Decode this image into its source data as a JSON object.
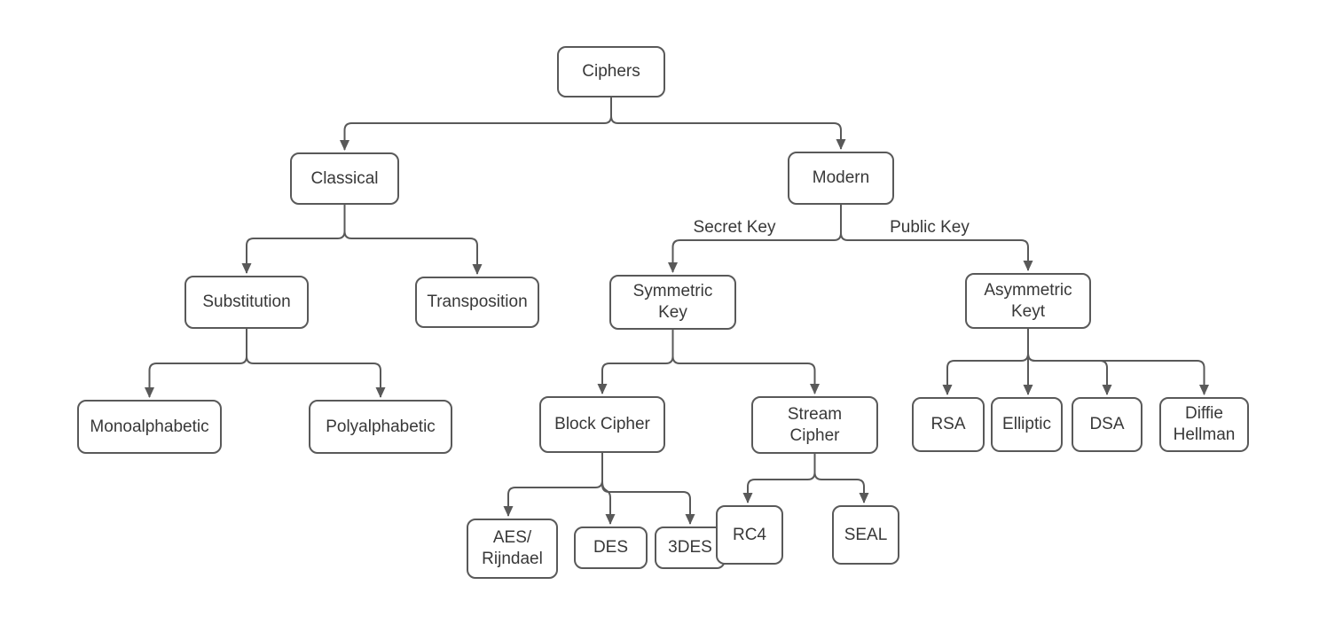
{
  "diagram": {
    "type": "flowchart",
    "colors": {
      "stroke": "#595959",
      "text": "#383838",
      "background": "#ffffff"
    },
    "nodes": {
      "ciphers": {
        "label": "Ciphers"
      },
      "classical": {
        "label": "Classical"
      },
      "modern": {
        "label": "Modern"
      },
      "substitution": {
        "label": "Substitution"
      },
      "transposition": {
        "label": "Transposition"
      },
      "symmetric_key": {
        "lines": [
          "Symmetric",
          "Key"
        ]
      },
      "asymmetric_key": {
        "lines": [
          "Asymmetric",
          "Keyt"
        ]
      },
      "monoalphabetic": {
        "label": "Monoalphabetic"
      },
      "polyalphabetic": {
        "label": "Polyalphabetic"
      },
      "block_cipher": {
        "label": "Block Cipher"
      },
      "stream_cipher": {
        "lines": [
          "Stream",
          "Cipher"
        ]
      },
      "rsa": {
        "label": "RSA"
      },
      "elliptic": {
        "label": "Elliptic"
      },
      "dsa": {
        "label": "DSA"
      },
      "diffie_hellman": {
        "lines": [
          "Diffie",
          "Hellman"
        ]
      },
      "aes_rijndael": {
        "lines": [
          "AES/",
          "Rijndael"
        ]
      },
      "des": {
        "label": "DES"
      },
      "triple_des": {
        "label": "3DES"
      },
      "rc4": {
        "label": "RC4"
      },
      "seal": {
        "label": "SEAL"
      }
    },
    "edge_labels": {
      "secret_key": "Secret Key",
      "public_key": "Public Key"
    },
    "edges": [
      {
        "from": "Ciphers",
        "to": "Classical"
      },
      {
        "from": "Ciphers",
        "to": "Modern"
      },
      {
        "from": "Classical",
        "to": "Substitution"
      },
      {
        "from": "Classical",
        "to": "Transposition"
      },
      {
        "from": "Substitution",
        "to": "Monoalphabetic"
      },
      {
        "from": "Substitution",
        "to": "Polyalphabetic"
      },
      {
        "from": "Modern",
        "to": "Symmetric Key",
        "label": "Secret Key"
      },
      {
        "from": "Modern",
        "to": "Asymmetric Keyt",
        "label": "Public Key"
      },
      {
        "from": "Symmetric Key",
        "to": "Block Cipher"
      },
      {
        "from": "Symmetric Key",
        "to": "Stream Cipher"
      },
      {
        "from": "Block Cipher",
        "to": "AES/Rijndael"
      },
      {
        "from": "Block Cipher",
        "to": "DES"
      },
      {
        "from": "Block Cipher",
        "to": "3DES"
      },
      {
        "from": "Stream Cipher",
        "to": "RC4"
      },
      {
        "from": "Stream Cipher",
        "to": "SEAL"
      },
      {
        "from": "Asymmetric Keyt",
        "to": "RSA"
      },
      {
        "from": "Asymmetric Keyt",
        "to": "Elliptic"
      },
      {
        "from": "Asymmetric Keyt",
        "to": "DSA"
      },
      {
        "from": "Asymmetric Keyt",
        "to": "Diffie Hellman"
      }
    ]
  }
}
